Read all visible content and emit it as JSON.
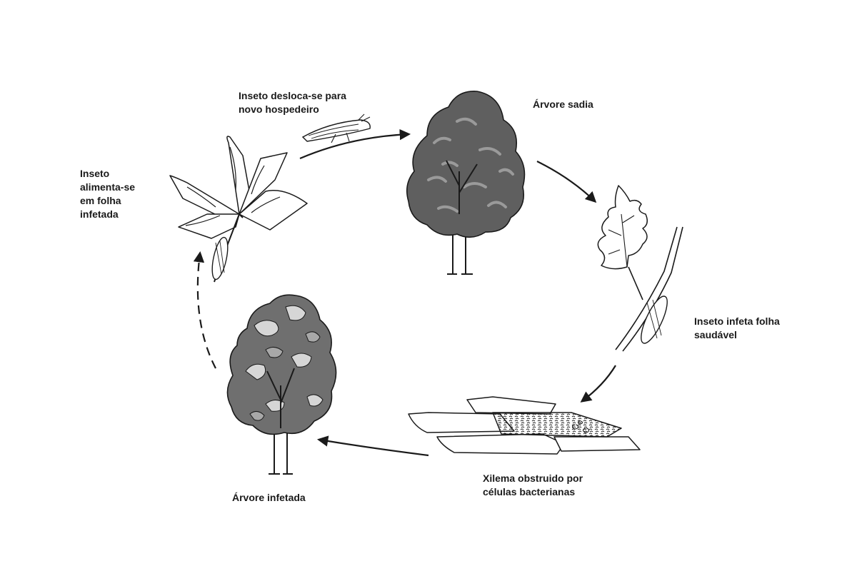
{
  "diagram": {
    "stages": [
      {
        "id": "insect-moves",
        "lines": [
          "Inseto desloca-se para",
          "novo hospedeiro"
        ]
      },
      {
        "id": "healthy-tree",
        "lines": [
          "Árvore sadia"
        ]
      },
      {
        "id": "insect-infects",
        "lines": [
          "Inseto infeta folha",
          "saudável"
        ]
      },
      {
        "id": "xylem",
        "lines": [
          "Xilema obstruido por",
          "células bacterianas"
        ]
      },
      {
        "id": "infected-tree",
        "lines": [
          "Árvore infetada"
        ]
      },
      {
        "id": "insect-feeds",
        "lines": [
          "Inseto",
          "alimenta-se",
          "em folha",
          "infetada"
        ]
      }
    ],
    "colors": {
      "ink": "#1a1a1a",
      "healthy_canopy": "#5f5f5f",
      "infected_dark": "#6f6f6f",
      "infected_light": "#d6d6d6",
      "infected_mid": "#a8a8a8"
    }
  }
}
